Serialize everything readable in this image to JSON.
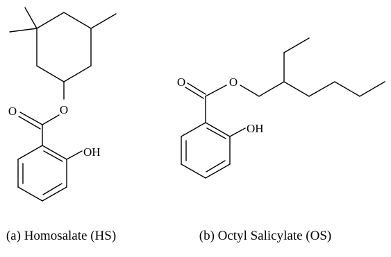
{
  "molecules": [
    {
      "id": "homosalate",
      "caption": "(a) Homosalate (HS)",
      "atom_labels": {
        "carbonyl_oxygen": "O",
        "ester_oxygen": "O",
        "hydroxyl": "OH"
      }
    },
    {
      "id": "octyl-salicylate",
      "caption": "(b) Octyl Salicylate (OS)",
      "atom_labels": {
        "carbonyl_oxygen": "O",
        "ester_oxygen": "O",
        "hydroxyl": "OH"
      }
    }
  ],
  "colors": {
    "ink": "#000000",
    "background": "#ffffff"
  }
}
